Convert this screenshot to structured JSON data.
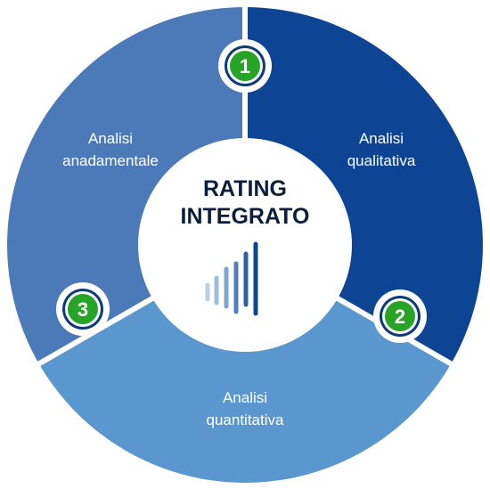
{
  "center": {
    "title_line1": "RATING",
    "title_line2": "INTEGRATO"
  },
  "segments": [
    {
      "number": "1",
      "line1": "Analisi",
      "line2": "anadamentale",
      "color": "#4c7ab8"
    },
    {
      "number": "2",
      "line1": "Analisi",
      "line2": "qualitativa",
      "color": "#0d4594"
    },
    {
      "number": "3",
      "line1": "Analisi",
      "line2": "quantitativa",
      "color": "#5b97cf"
    }
  ],
  "colors": {
    "badge_fill": "#27a327",
    "badge_ring": "#ffffff",
    "divider": "#ffffff",
    "center_fill": "#ffffff",
    "title": "#0a1f3d"
  },
  "icon": "bar-chart-icon"
}
